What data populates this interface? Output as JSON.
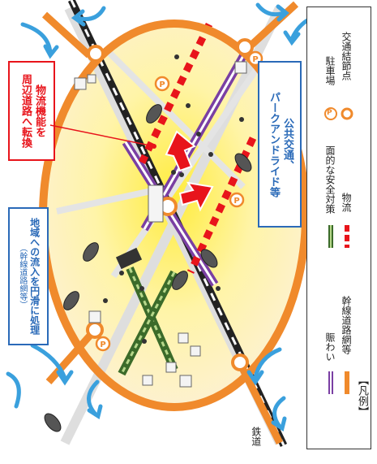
{
  "labels": {
    "logistics_shift": [
      "物流機能を",
      "周辺道路へ転換"
    ],
    "public_transport": [
      "公共交通、",
      "パークアンドライド等"
    ],
    "inflow_line1": "地域への流入を円滑に処理",
    "inflow_line2": "（幹線道路網等）",
    "railway": "鉄道",
    "parking_symbol": "P"
  },
  "legend": {
    "title": "【凡例】",
    "items": [
      {
        "label": "幹線道路網等",
        "color": "#f08a2c"
      },
      {
        "label": "賑わい",
        "color": "#7a3fa3"
      },
      {
        "label": "物流",
        "color": "#e8141b"
      },
      {
        "label": "面的な安全対策",
        "color": "#3b6b2a"
      },
      {
        "label": "交通結節点",
        "color": "#f08a2c"
      },
      {
        "label": "駐車場",
        "color": "#f08a2c"
      }
    ]
  },
  "colors": {
    "ring": "#f08a2c",
    "zone_center": "#fff27a",
    "zone_edge": "#fdebb0",
    "arrow_blue": "#3aa0dd",
    "rail": "#222222",
    "label_red": "#e8141b",
    "label_blue": "#2a6ab8"
  }
}
